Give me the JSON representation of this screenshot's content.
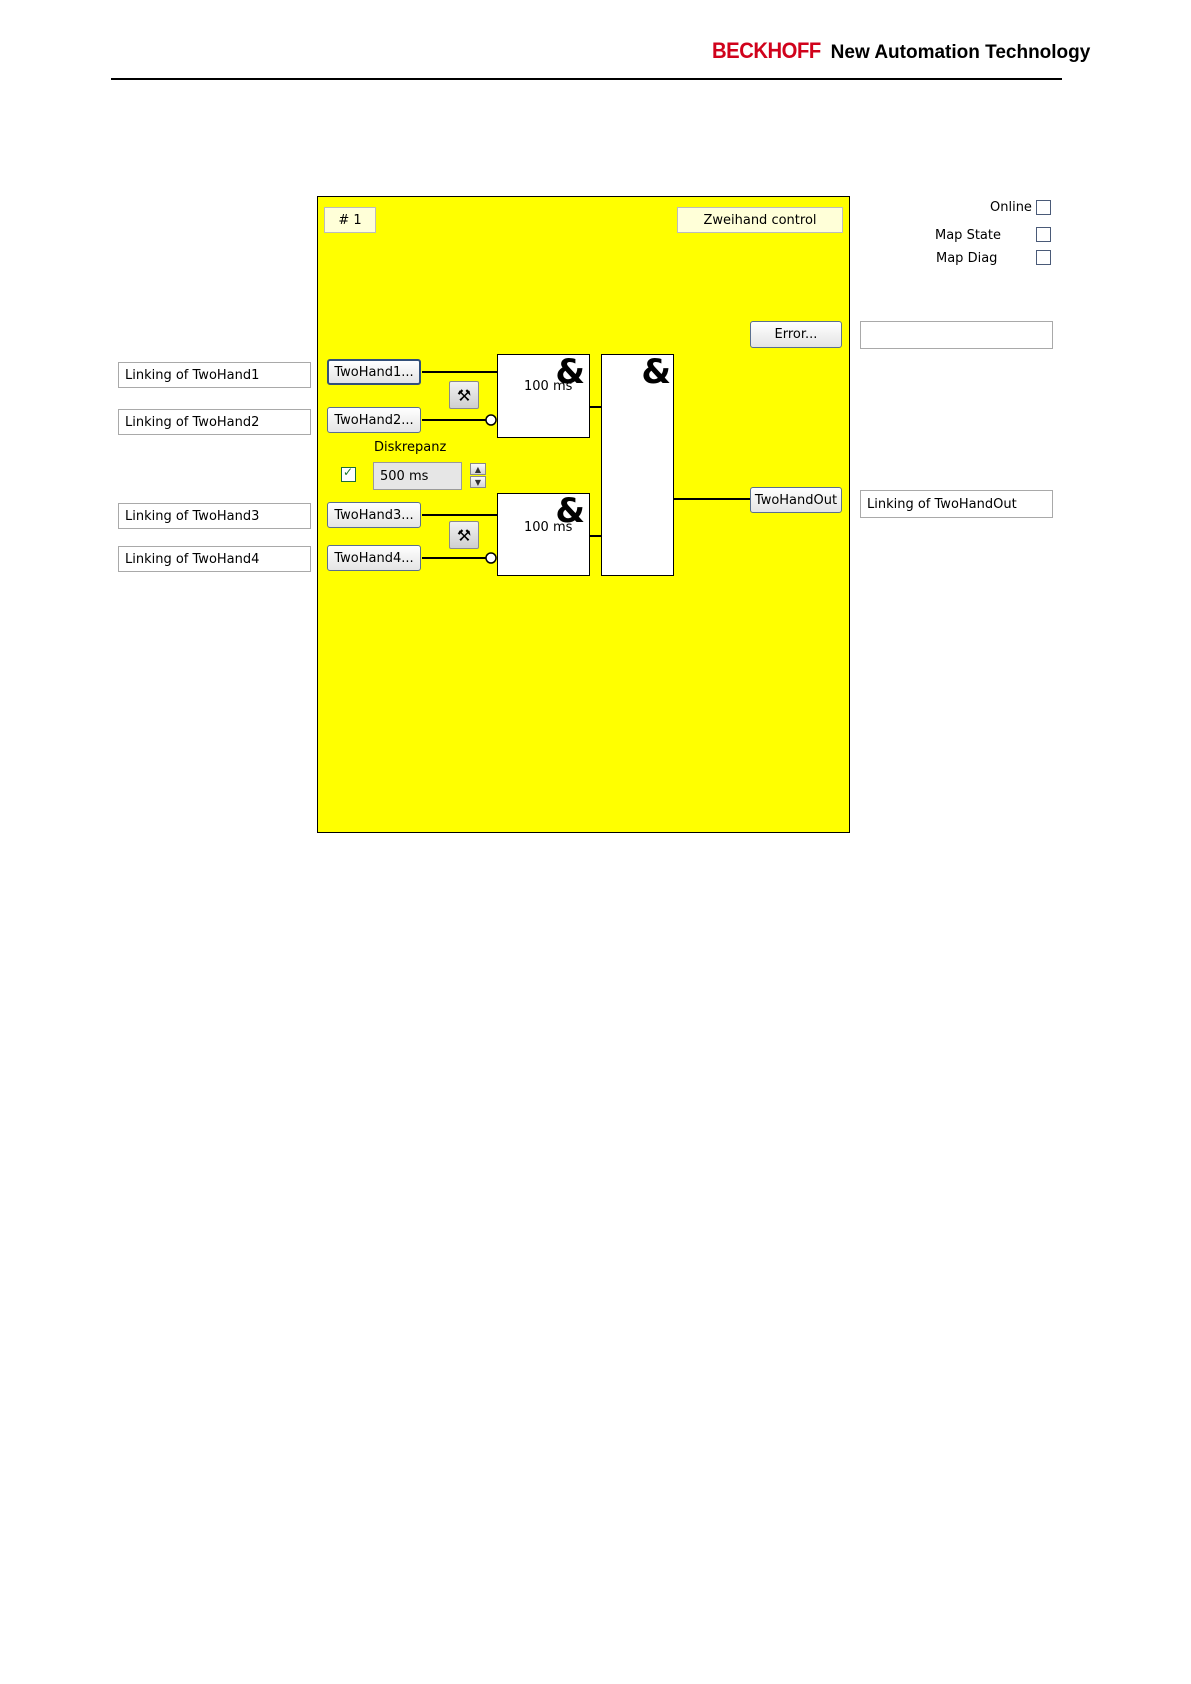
{
  "header": {
    "brand": "BECKHOFF",
    "tagline": "New Automation Technology"
  },
  "panel": {
    "instance": "# 1",
    "function_name": "Zweihand control",
    "error_button": "Error...",
    "inputs": [
      {
        "button": "TwoHand1...",
        "linking": "Linking of TwoHand1"
      },
      {
        "button": "TwoHand2...",
        "linking": "Linking of TwoHand2"
      },
      {
        "button": "TwoHand3...",
        "linking": "Linking of TwoHand3"
      },
      {
        "button": "TwoHand4...",
        "linking": "Linking of TwoHand4"
      }
    ],
    "gates": {
      "and_symbol": "&",
      "timer_1": "100 ms",
      "timer_2": "100 ms"
    },
    "discrepancy": {
      "label": "Diskrepanz",
      "enabled": true,
      "value": "500 ms"
    },
    "output": {
      "button": "TwoHandOut",
      "linking": "Linking of TwoHandOut"
    },
    "error_linking": ""
  },
  "options": {
    "online_label": "Online",
    "map_state_label": "Map State",
    "map_diag_label": "Map Diag"
  },
  "colors": {
    "panel_background": "#ffff00",
    "brand_red": "#d0021b"
  },
  "icons": {
    "configure": "hammer-wrench-icon"
  }
}
